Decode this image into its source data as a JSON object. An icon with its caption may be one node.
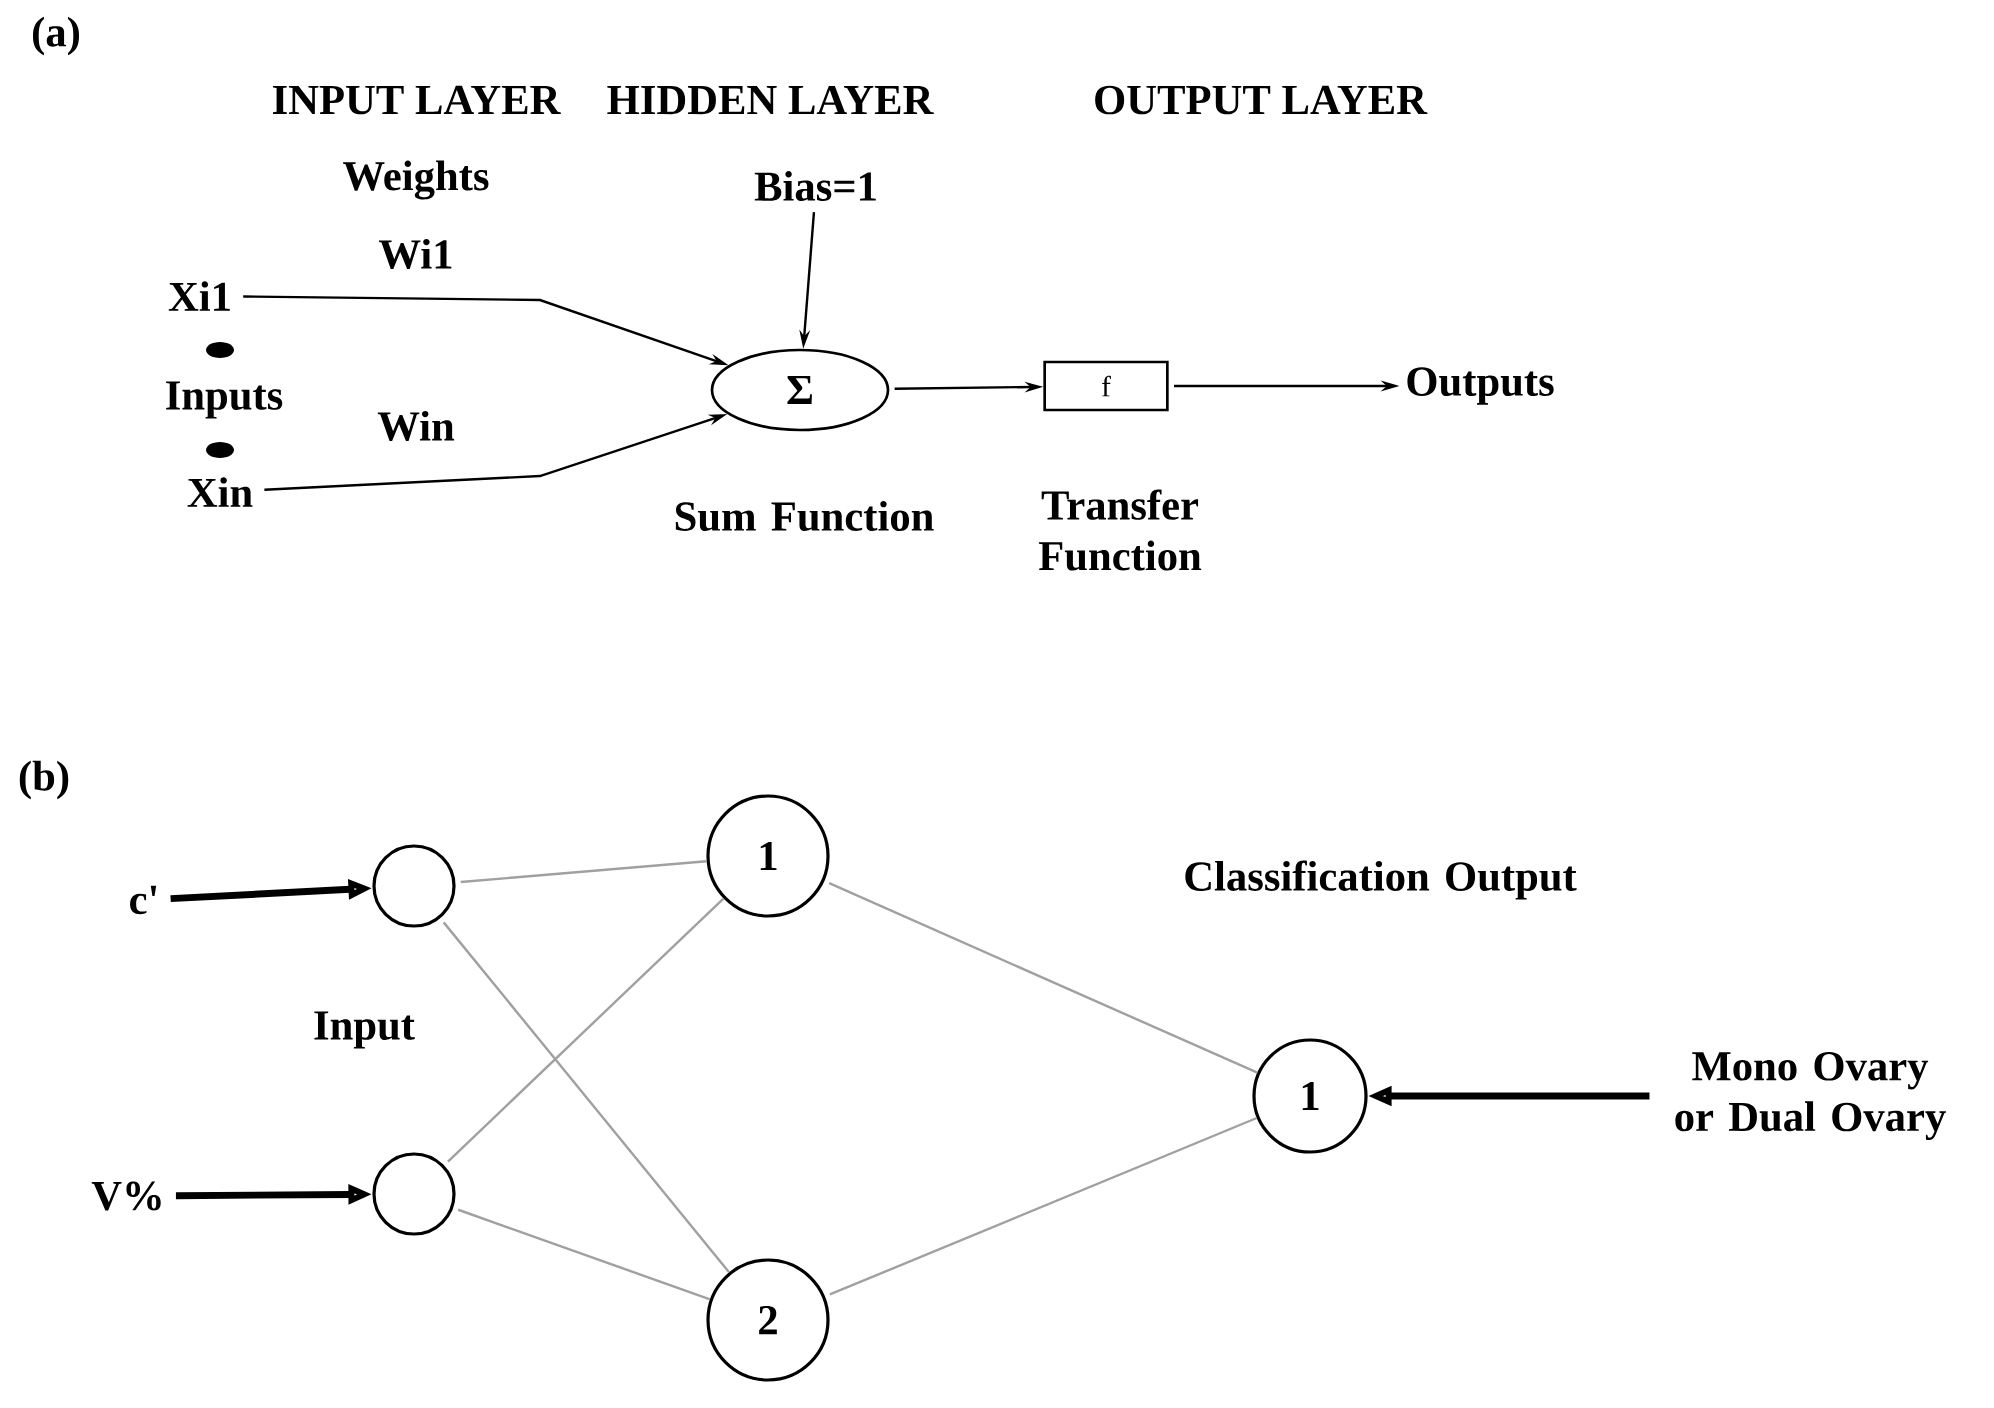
{
  "diagram": {
    "nodes": [
      {
        "text": [
          "Xi1"
        ]
      },
      {
        "text": [
          "Xin"
        ]
      },
      {
        "text": [
          "Σ"
        ],
        "beside": [
          "Sum Function"
        ]
      },
      {
        "text": [
          "Bias=1"
        ]
      },
      {
        "text": [
          "f"
        ],
        "beside": [
          "Transfer Function"
        ]
      },
      {
        "text": [
          "Outputs"
        ]
      },
      {
        "text": [
          "c'"
        ]
      },
      {
        "text": [
          "V%"
        ]
      },
      {
        "text": [],
        "shape": "circle"
      },
      {
        "text": [],
        "shape": "circle"
      },
      {
        "text": [
          "1"
        ]
      },
      {
        "text": [
          "2"
        ]
      },
      {
        "text": [
          "1"
        ],
        "beside": [
          "Classification Output"
        ]
      },
      {
        "text": [
          "Mono Ovary or Dual Ovary"
        ]
      }
    ],
    "edges": [
      {
        "from": 0,
        "to": 2,
        "arrow": "to",
        "label": "Wi1"
      },
      {
        "from": 1,
        "to": 2,
        "arrow": "to",
        "label": "Win"
      },
      {
        "from": 3,
        "to": 2,
        "arrow": "to"
      },
      {
        "from": 2,
        "to": 4,
        "arrow": "to"
      },
      {
        "from": 4,
        "to": 5,
        "arrow": "to"
      },
      {
        "from": 6,
        "to": 8,
        "arrow": "to",
        "style": "thick"
      },
      {
        "from": 7,
        "to": 9,
        "arrow": "to",
        "style": "thick"
      },
      {
        "from": 8,
        "to": 10,
        "arrow": "none",
        "color": "#a0a0a0"
      },
      {
        "from": 8,
        "to": 11,
        "arrow": "none",
        "color": "#a0a0a0"
      },
      {
        "from": 9,
        "to": 10,
        "arrow": "none",
        "color": "#a0a0a0"
      },
      {
        "from": 9,
        "to": 11,
        "arrow": "none",
        "color": "#a0a0a0"
      },
      {
        "from": 10,
        "to": 12,
        "arrow": "none",
        "color": "#a0a0a0"
      },
      {
        "from": 11,
        "to": 12,
        "arrow": "none",
        "color": "#a0a0a0"
      },
      {
        "from": 13,
        "to": 12,
        "arrow": "to",
        "style": "thick"
      }
    ],
    "labels": [
      "(a)",
      "INPUT LAYER",
      "HIDDEN LAYER",
      "OUTPUT LAYER",
      "Weights",
      "Inputs",
      "(b)",
      "Input"
    ]
  }
}
